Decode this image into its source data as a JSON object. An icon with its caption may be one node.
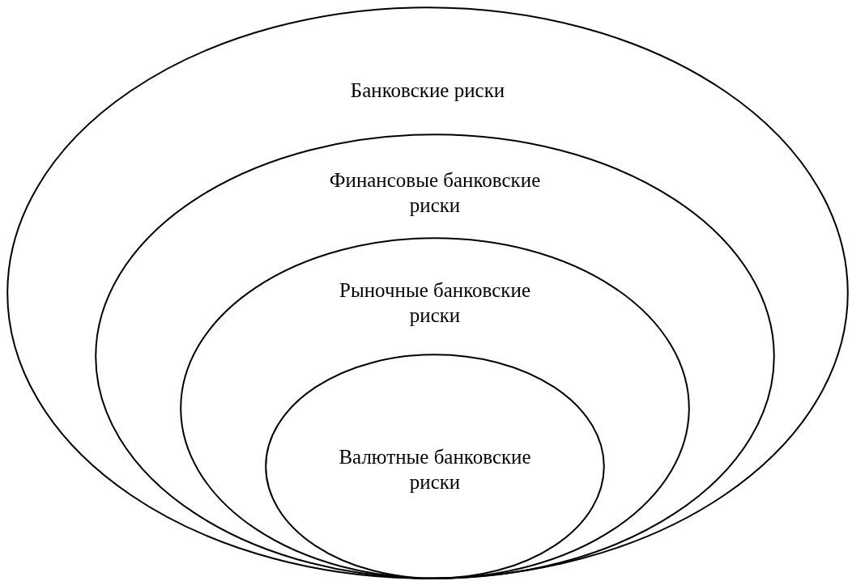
{
  "diagram": {
    "nodes": [
      {
        "text": [
          "Банковские риски"
        ]
      },
      {
        "text": [
          "Финансовые банковские риски"
        ],
        "in": 0
      },
      {
        "text": [
          "Рыночные банковские риски"
        ],
        "in": 1
      },
      {
        "text": [
          "Валютные банковские риски"
        ],
        "in": 2
      }
    ]
  }
}
